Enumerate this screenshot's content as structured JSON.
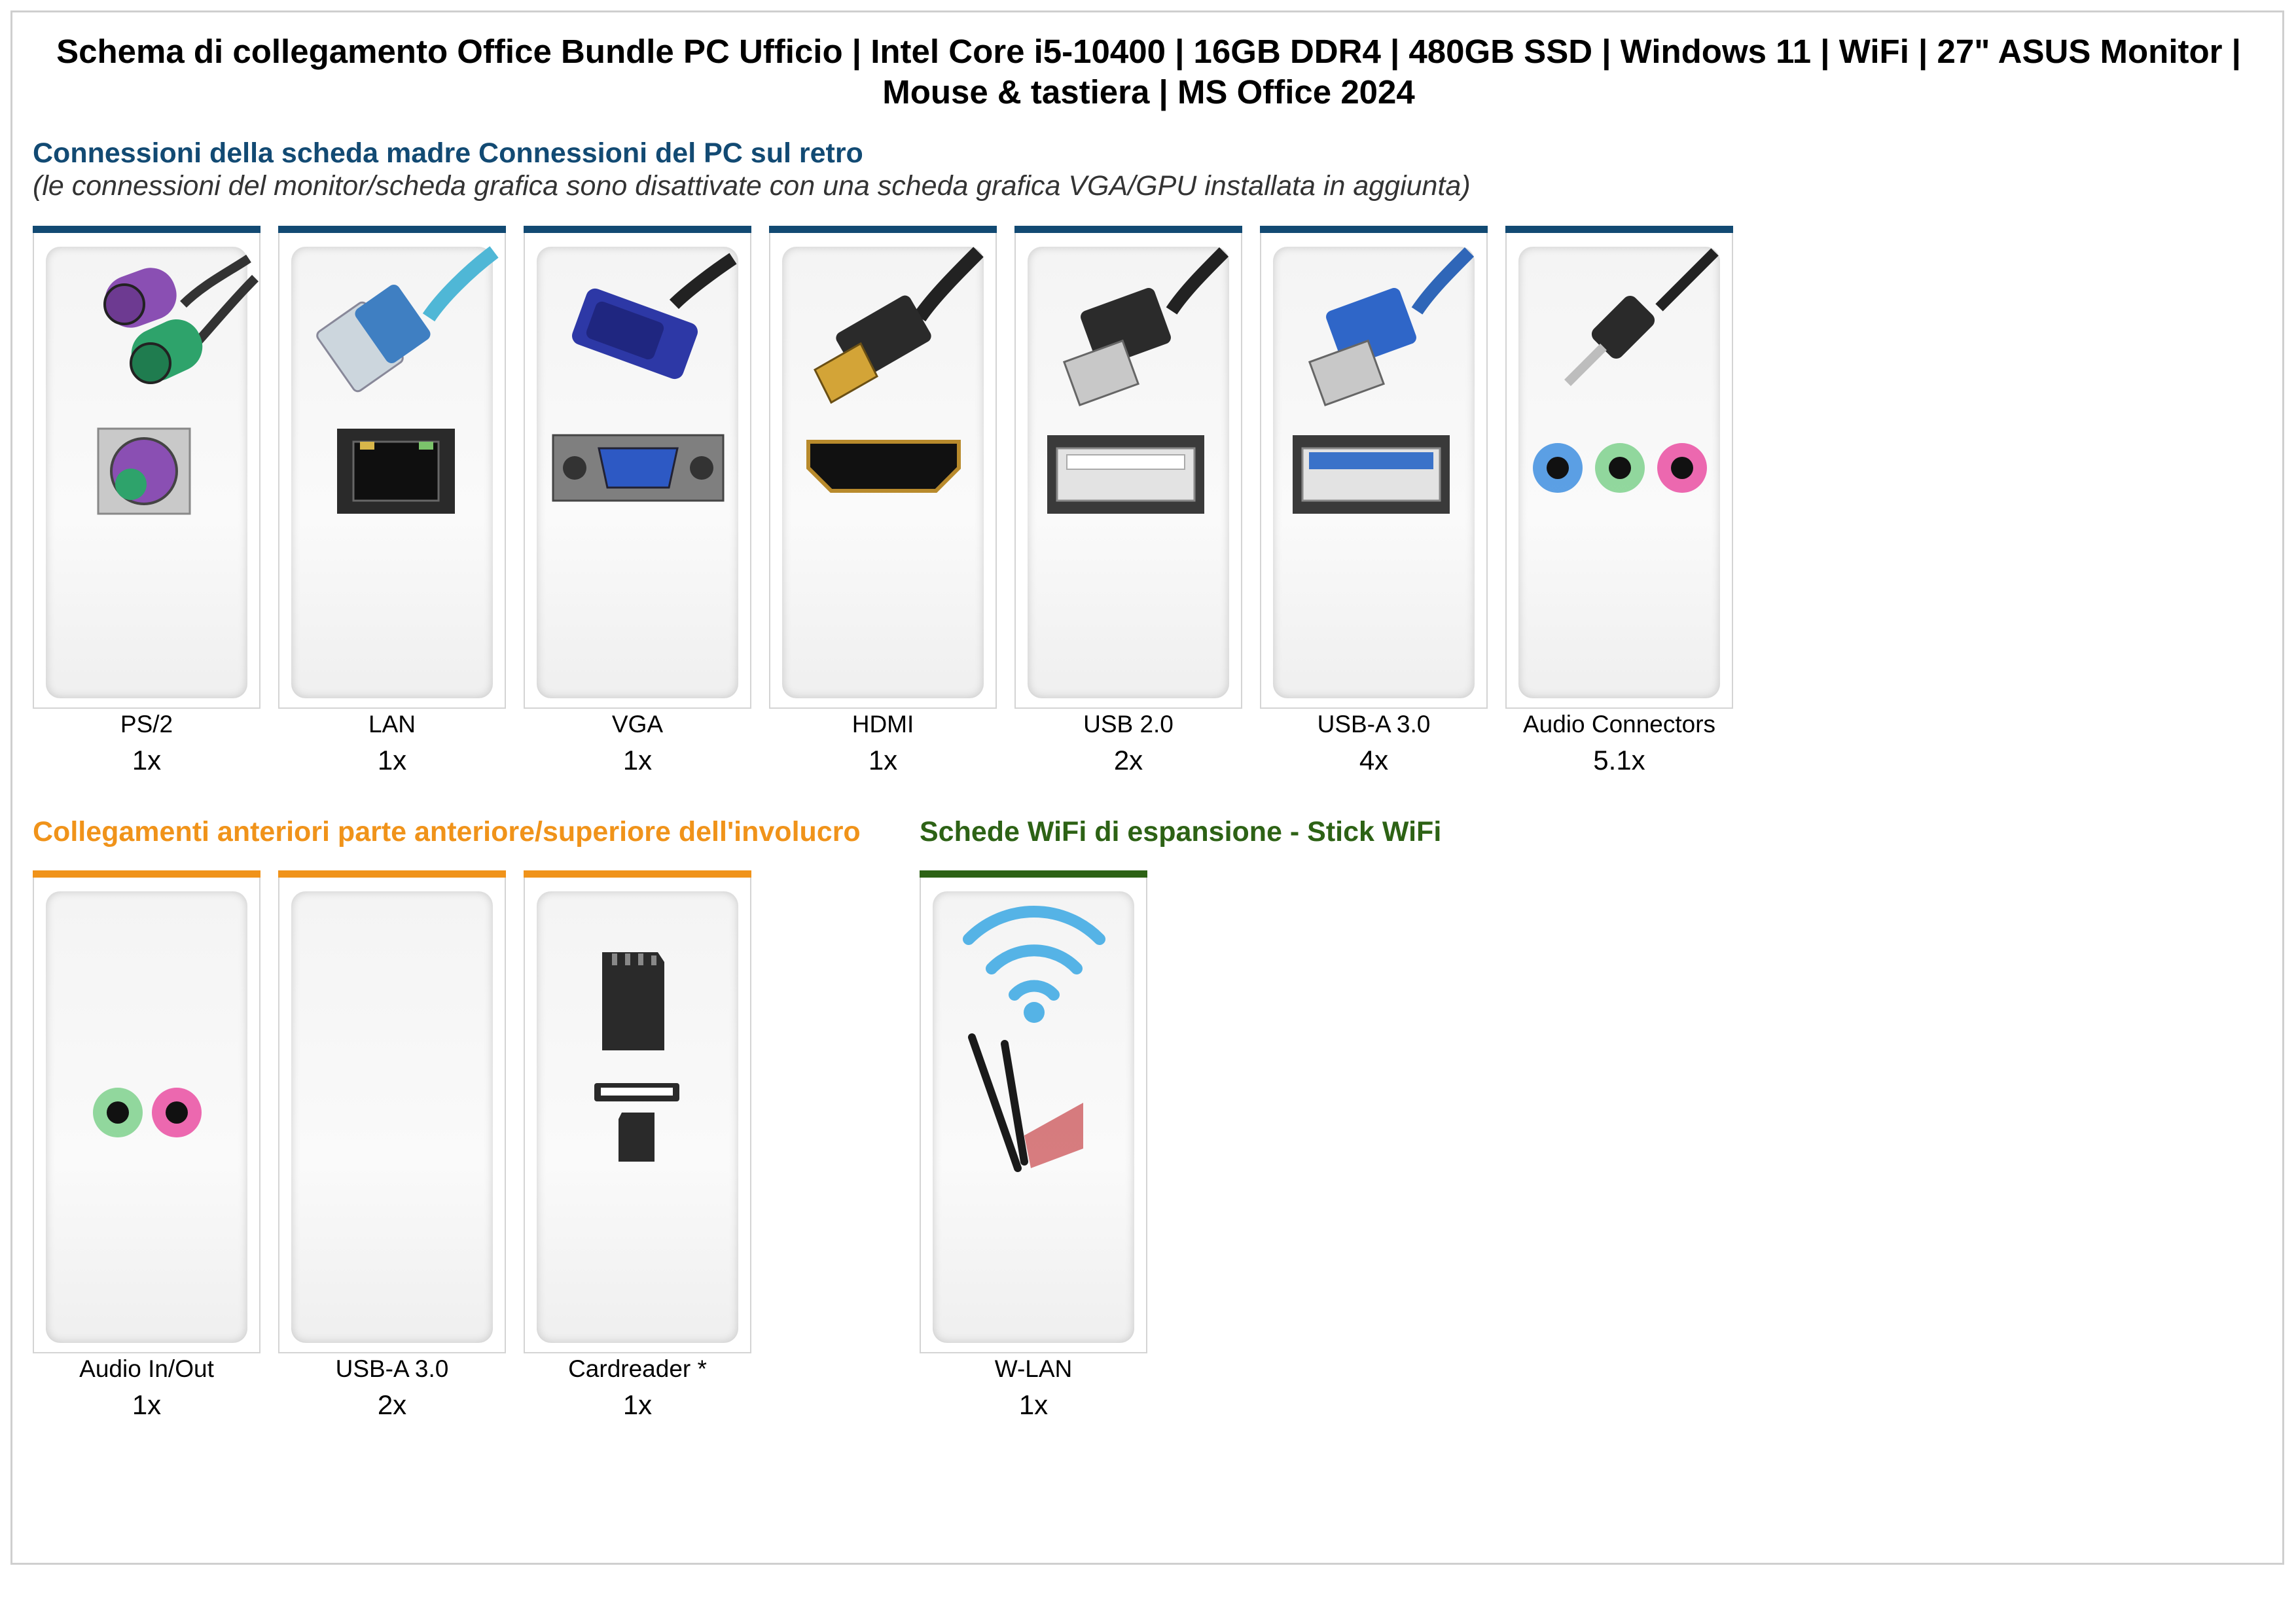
{
  "title": "Schema di collegamento Office Bundle PC Ufficio | Intel Core i5-10400 | 16GB DDR4 | 480GB SSD | Windows 11 | WiFi | 27\" ASUS Monitor | Mouse & tastiera | MS Office 2024",
  "rear": {
    "heading": "Connessioni della scheda madre Connessioni del PC sul retro",
    "note": "(le connessioni del monitor/scheda grafica sono disattivate con una scheda grafica VGA/GPU installata in aggiunta)",
    "accent": "#124a73",
    "ports": [
      {
        "label": "PS/2",
        "count": "1x",
        "icon": "ps2-connector-icon"
      },
      {
        "label": "LAN",
        "count": "1x",
        "icon": "lan-connector-icon"
      },
      {
        "label": "VGA",
        "count": "1x",
        "icon": "vga-connector-icon"
      },
      {
        "label": "HDMI",
        "count": "1x",
        "icon": "hdmi-connector-icon"
      },
      {
        "label": "USB 2.0",
        "count": "2x",
        "icon": "usb2-connector-icon"
      },
      {
        "label": "USB-A 3.0",
        "count": "4x",
        "icon": "usb3-connector-icon"
      },
      {
        "label": "Audio Connectors",
        "count": "5.1x",
        "icon": "audio-jack-icon"
      }
    ]
  },
  "front": {
    "heading": "Collegamenti anteriori parte anteriore/superiore dell'involucro",
    "accent": "#f0931a",
    "ports": [
      {
        "label": "Audio In/Out",
        "count": "1x",
        "icon": "audio-jack-icon"
      },
      {
        "label": "USB-A 3.0",
        "count": "2x",
        "icon": "usb3-connector-icon"
      },
      {
        "label": "Cardreader *",
        "count": "1x",
        "icon": "sd-card-icon"
      }
    ]
  },
  "wifi": {
    "heading": "Schede WiFi di espansione - Stick WiFi",
    "accent": "#2d6215",
    "ports": [
      {
        "label": "W-LAN",
        "count": "1x",
        "icon": "wifi-antenna-icon"
      }
    ]
  }
}
